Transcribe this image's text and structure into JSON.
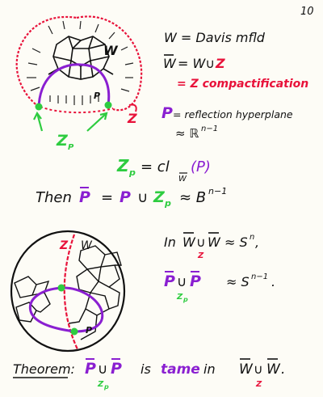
{
  "page_number": "10",
  "top_figure": {
    "label_W": "W",
    "label_P": "P",
    "label_Z": "Z",
    "label_Zp": "Z",
    "label_Zp_sub": "P"
  },
  "definitions": {
    "line1": "W = Davis mfld",
    "line2_lhs": "W",
    "line2_rhs": "= W∪",
    "line2_z": "Z",
    "line3": "= Z compactification",
    "line4_P": "P",
    "line4_rest": "= reflection hyperplane",
    "line5": "≈ ℝ",
    "line5_sup": "n−1"
  },
  "zp_def": {
    "lhs": "Z",
    "lhs_sub": "p",
    "eq": "= cl",
    "cl_sub": "W",
    "arg": "(P)"
  },
  "then_line": {
    "then": "Then",
    "pbar": "P",
    "eq": "=",
    "p": "P",
    "cup": "∪",
    "zp": "Z",
    "zp_sub": "p",
    "approx": "≈ B",
    "sup": "n−1"
  },
  "bottom_figure": {
    "label_Z": "Z",
    "label_W": "W",
    "label_P": "P"
  },
  "sphere_lines": {
    "in": "In",
    "w1": "W",
    "cup": "∪",
    "cup_sub": "Z",
    "w2": "W",
    "approx": "≈ S",
    "sup": "n",
    "tail": ","
  },
  "pcup_line": {
    "p1": "P",
    "cup": "∪",
    "cup_sub": "Z",
    "cup_sub2": "p",
    "p2": "P",
    "approx": "≈ S",
    "sup": "n−1",
    "tail": "."
  },
  "theorem": {
    "label": "Theorem:",
    "p1": "P",
    "cup": "∪",
    "cup_sub": "Z",
    "cup_sub2": "p",
    "p2": "P",
    "is": "is",
    "tame": "tame",
    "in": "in",
    "w1": "W",
    "cup2": "∪",
    "cup2_sub": "Z",
    "w2": "W",
    "tail": "."
  },
  "colors": {
    "ink": "#111111",
    "red": "#e8123a",
    "purple": "#8a1fd1",
    "green": "#2ecc40",
    "bg": "#fdfcf6"
  }
}
